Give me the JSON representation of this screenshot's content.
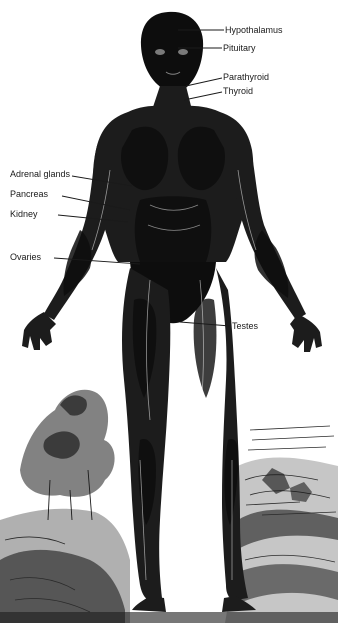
{
  "diagram": {
    "labels": {
      "hypothalamus": "Hypothalamus",
      "pituitary": "Pituitary",
      "parathyroid": "Parathyroid",
      "thyroid": "Thyroid",
      "adrenal": "Adrenal glands",
      "pancreas": "Pancreas",
      "kidney": "Kidney",
      "ovaries": "Ovaries",
      "testes": "Testes"
    },
    "colors": {
      "ink": "#1c1c1c",
      "background": "#ffffff"
    }
  }
}
